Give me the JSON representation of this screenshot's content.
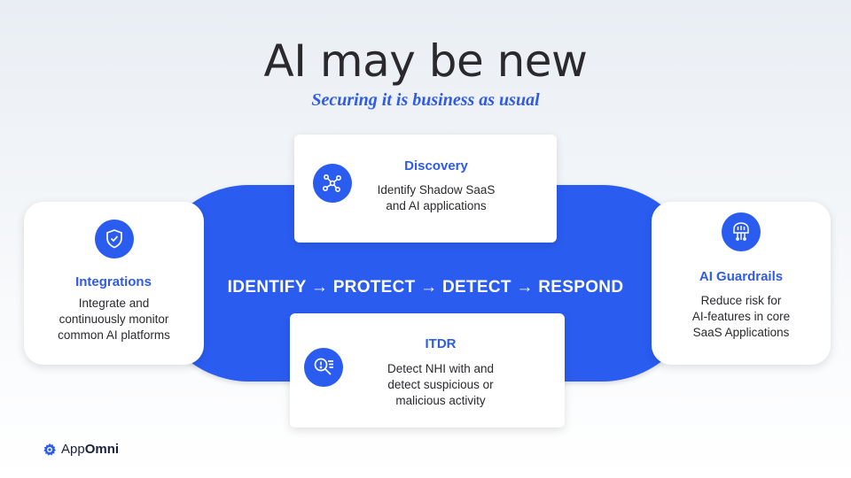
{
  "header": {
    "title": "AI may be new",
    "subtitle": "Securing it is business as usual"
  },
  "process": "IDENTIFY → PROTECT → DETECT → RESPOND",
  "cards": {
    "discovery": {
      "title": "Discovery",
      "desc_line1": "Identify Shadow SaaS",
      "desc_line2": "and AI applications",
      "icon": "network-nodes-icon"
    },
    "itdr": {
      "title": "ITDR",
      "desc_line1": "Detect NHI with and",
      "desc_line2": "detect suspicious or",
      "desc_line3": "malicious activity",
      "icon": "search-alert-icon"
    },
    "integrations": {
      "title": "Integrations",
      "desc_line1": "Integrate and",
      "desc_line2": "continuously monitor",
      "desc_line3": "common AI platforms",
      "icon": "shield-check-icon"
    },
    "guardrails": {
      "title": "AI Guardrails",
      "desc_line1": "Reduce risk for",
      "desc_line2": "AI-features in core",
      "desc_line3": "SaaS Applications",
      "icon": "ai-chip-icon"
    }
  },
  "logo": {
    "text_app": "App",
    "text_omni": "Omni",
    "icon": "gear-logo-icon"
  },
  "colors": {
    "accent": "#2a5cf0",
    "title_blue": "#2f5be6"
  }
}
